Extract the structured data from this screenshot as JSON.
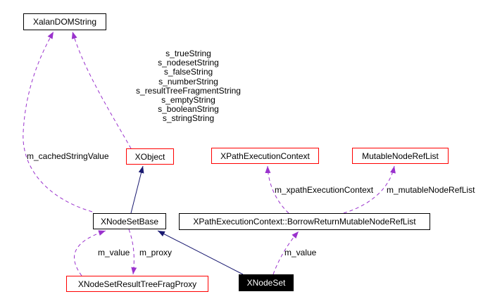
{
  "diagram": {
    "type": "class-collaboration-diagram",
    "nodes": {
      "xalandomstring": {
        "label": "XalanDOMString"
      },
      "xobject": {
        "label": "XObject"
      },
      "xpathexecutioncontext": {
        "label": "XPathExecutionContext"
      },
      "mutablenodereflist": {
        "label": "MutableNodeRefList"
      },
      "xnodesetbase": {
        "label": "XNodeSetBase"
      },
      "borrowreturnmutablenodereflist": {
        "label": "XPathExecutionContext::BorrowReturnMutableNodeRefList"
      },
      "xnodesetresulttreefragproxy": {
        "label": "XNodeSetResultTreeFragProxy"
      },
      "xnodeset": {
        "label": "XNodeSet"
      }
    },
    "edge_labels": {
      "static_strings": [
        "s_trueString",
        "s_nodesetString",
        "s_falseString",
        "s_numberString",
        "s_resultTreeFragmentString",
        "s_emptyString",
        "s_booleanString",
        "s_stringString"
      ],
      "m_cachedStringValue": "m_cachedStringValue",
      "m_value_proxy_to_base": "m_value",
      "m_proxy": "m_proxy",
      "m_value_xnodeset": "m_value",
      "m_xpathExecutionContext": "m_xpathExecutionContext",
      "m_mutableNodeRefList": "m_mutableNodeRefList"
    },
    "colors": {
      "usage_edge": "#9a32cd",
      "inheritance_edge": "#191970",
      "node_border": "#000000",
      "node_border_truncated": "#ff0000",
      "current_node_background": "#000000",
      "current_node_text": "#ffffff",
      "background": "#ffffff"
    }
  }
}
